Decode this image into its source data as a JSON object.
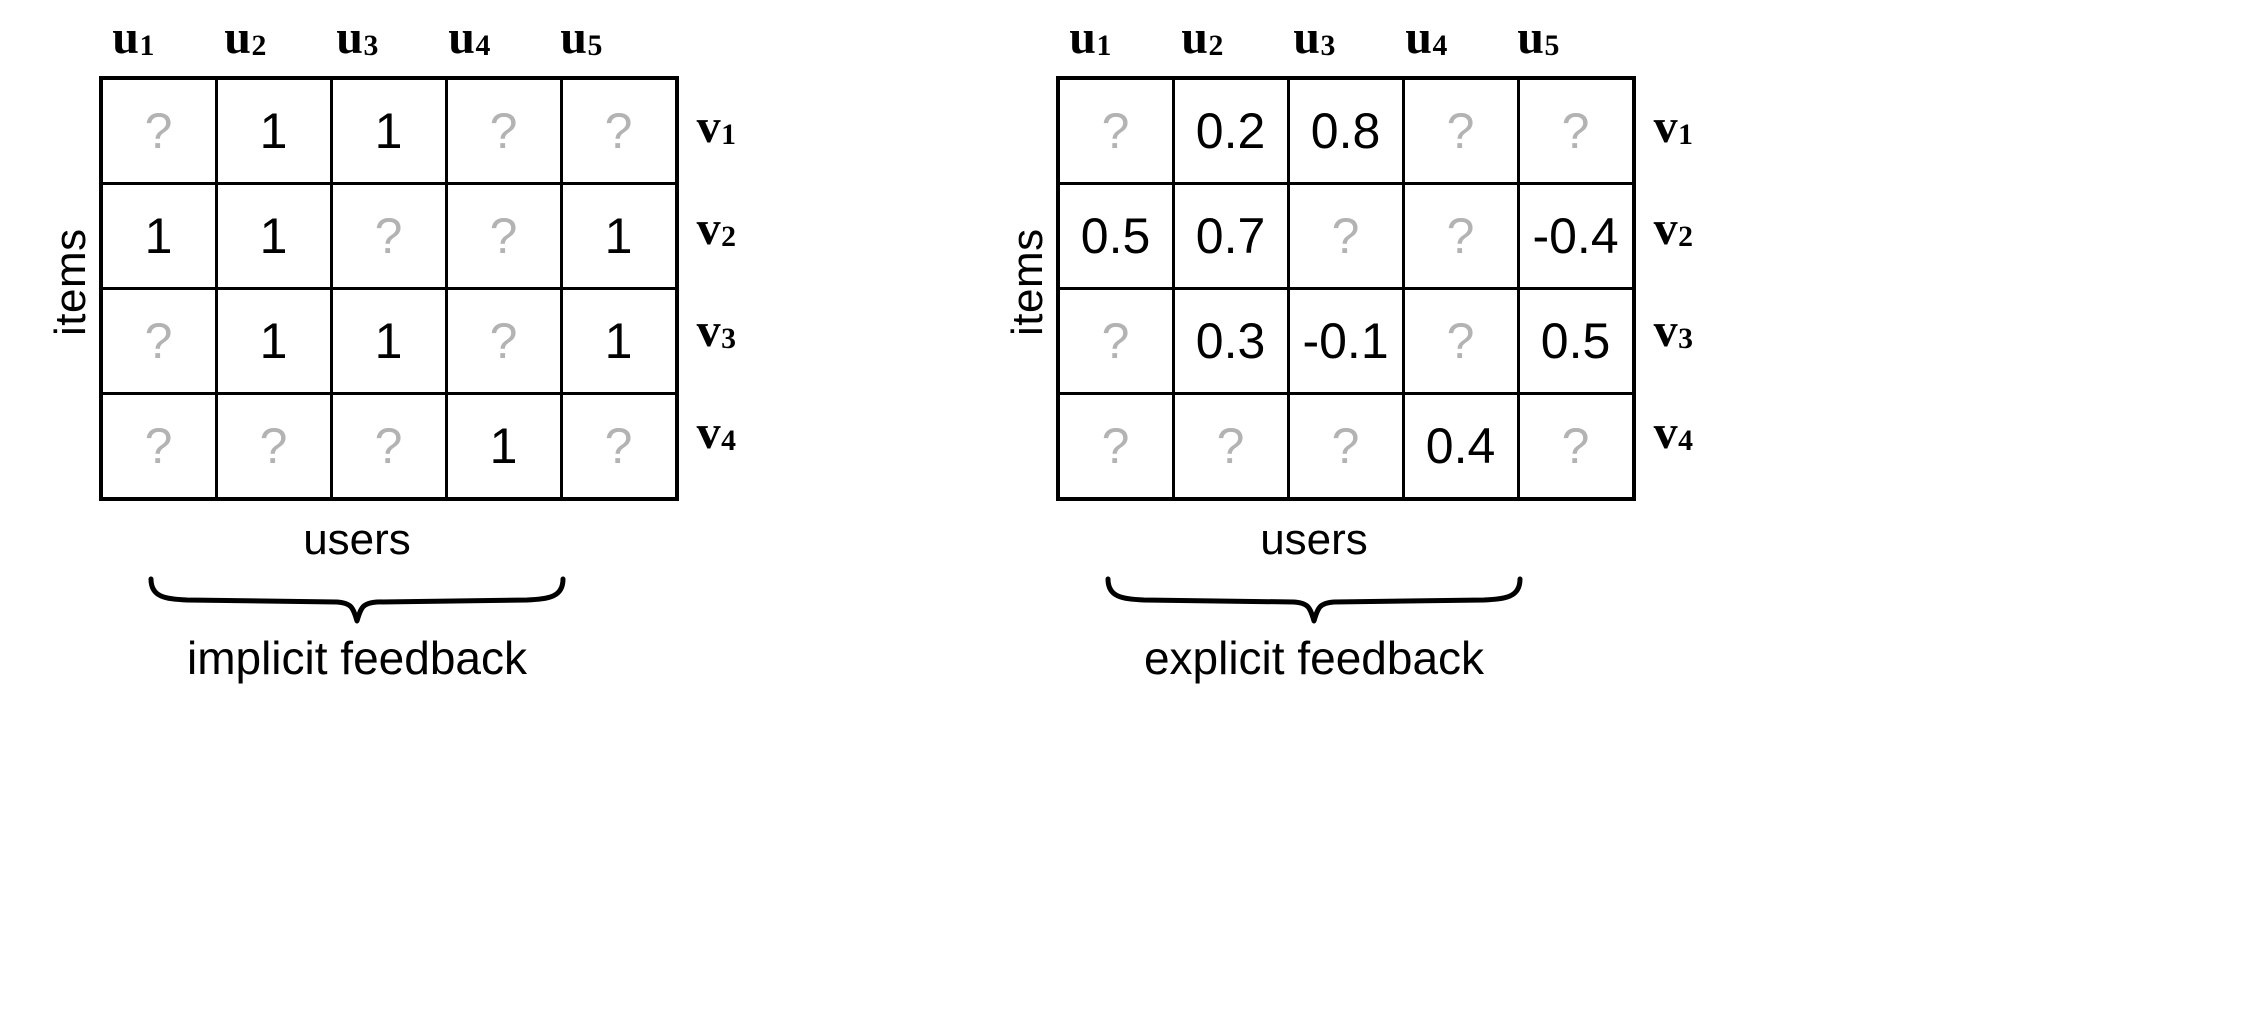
{
  "panels": [
    {
      "id": "implicit",
      "column_headers": [
        "u1",
        "u2",
        "u3",
        "u4",
        "u5"
      ],
      "row_labels": [
        "v1",
        "v2",
        "v3",
        "v4"
      ],
      "side_axis_label": "items",
      "bottom_axis_label": "users",
      "caption": "implicit feedback",
      "cells": [
        [
          "?",
          "1",
          "1",
          "?",
          "?"
        ],
        [
          "1",
          "1",
          "?",
          "?",
          "1"
        ],
        [
          "?",
          "1",
          "1",
          "?",
          "1"
        ],
        [
          "?",
          "?",
          "?",
          "1",
          "?"
        ]
      ],
      "known_mask": [
        [
          false,
          true,
          true,
          false,
          false
        ],
        [
          true,
          true,
          false,
          false,
          true
        ],
        [
          false,
          true,
          true,
          false,
          true
        ],
        [
          false,
          false,
          false,
          true,
          false
        ]
      ]
    },
    {
      "id": "explicit",
      "column_headers": [
        "u1",
        "u2",
        "u3",
        "u4",
        "u5"
      ],
      "row_labels": [
        "v1",
        "v2",
        "v3",
        "v4"
      ],
      "side_axis_label": "items",
      "bottom_axis_label": "users",
      "caption": "explicit feedback",
      "cells": [
        [
          "?",
          "0.2",
          "0.8",
          "?",
          "?"
        ],
        [
          "0.5",
          "0.7",
          "?",
          "?",
          "-0.4"
        ],
        [
          "?",
          "0.3",
          "-0.1",
          "?",
          "0.5"
        ],
        [
          "?",
          "?",
          "?",
          "0.4",
          "?"
        ]
      ],
      "known_mask": [
        [
          false,
          true,
          true,
          false,
          false
        ],
        [
          true,
          true,
          false,
          false,
          true
        ],
        [
          false,
          true,
          true,
          false,
          true
        ],
        [
          false,
          false,
          false,
          true,
          false
        ]
      ]
    }
  ],
  "colors": {
    "known_value": "#000000",
    "unknown_value": "#b3b3b3",
    "grid_line": "#000000",
    "background": "#ffffff"
  },
  "symbols": {
    "unknown": "?"
  }
}
